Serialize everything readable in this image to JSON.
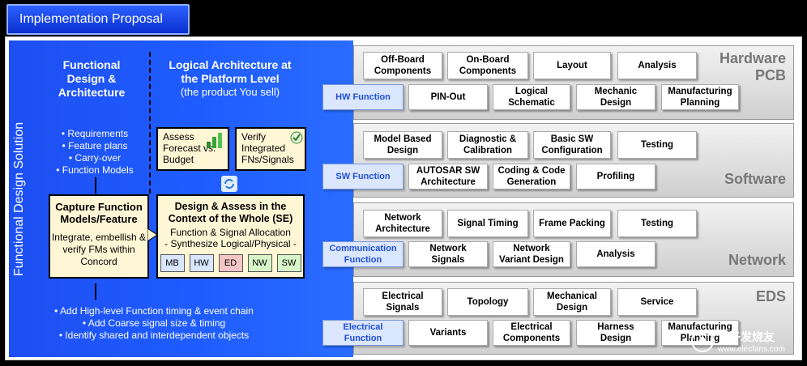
{
  "title": "Implementation Proposal",
  "left": {
    "vertical_label": "Functional Design Solution",
    "col1_heading": "Functional Design & Architecture",
    "col2_heading": "Logical Architecture at the Platform Level",
    "col2_sub": "(the product You sell)",
    "bullets": [
      "• Requirements",
      "• Feature plans",
      "• Carry-over",
      "• Function Models"
    ],
    "assess": "Assess Forecast vs. Budget",
    "verify": "Verify Integrated FNs/Signals",
    "capture_title": "Capture Function Models/Feature",
    "capture_body": "Integrate, embellish & verify FMs within Concord",
    "design_title": "Design & Assess in the Context of the Whole (SE)",
    "design_body1": "Function & Signal Allocation",
    "design_body2": "- Synthesize Logical/Physical -",
    "chips": [
      "MB",
      "HW",
      "ED",
      "NW",
      "SW"
    ],
    "bottom_bullets": [
      "• Add High-level Function timing & event chain",
      "• Add Coarse signal size & timing",
      "• Identify shared and interdependent objects"
    ]
  },
  "bands": [
    {
      "label": "Hardware\nPCB",
      "func": "HW Function",
      "row1": [
        "Off-Board\nComponents",
        "On-Board\nComponents",
        "Layout",
        "Analysis"
      ],
      "row2": [
        "PIN-Out",
        "Logical\nSchematic",
        "Mechanic\nDesign",
        "Manufacturing\nPlanning"
      ]
    },
    {
      "label": "Software",
      "func": "SW Function",
      "row1": [
        "Model Based\nDesign",
        "Diagnostic &\nCalibration",
        "Basic SW\nConfiguration",
        "Testing"
      ],
      "row2": [
        "AUTOSAR SW\nArchitecture",
        "Coding & Code\nGeneration",
        "Profiling"
      ]
    },
    {
      "label": "Network",
      "func": "Communication\nFunction",
      "row1": [
        "Network\nArchitecture",
        "Signal Timing",
        "Frame Packing",
        "Testing"
      ],
      "row2": [
        "Network\nSignals",
        "Network\nVariant Design",
        "Analysis"
      ]
    },
    {
      "label": "EDS",
      "func": "Electrical\nFunction",
      "row1": [
        "Electrical\nSignals",
        "Topology",
        "Mechanical\nDesign",
        "Service"
      ],
      "row2": [
        "Variants",
        "Electrical\nComponents",
        "Harness\nDesign",
        "Manufacturing\nPlanning"
      ]
    }
  ],
  "watermark": {
    "brand": "电子发烧友",
    "url": "www.elecfans.com"
  },
  "colors": {
    "blue": "#1f5cff",
    "title_blue": "#1a45e6",
    "cream": "#fff6d5",
    "chip_pink": "#f3c6c6",
    "chip_green": "#d6f5c8",
    "chip_blue": "#d9e6ff"
  }
}
